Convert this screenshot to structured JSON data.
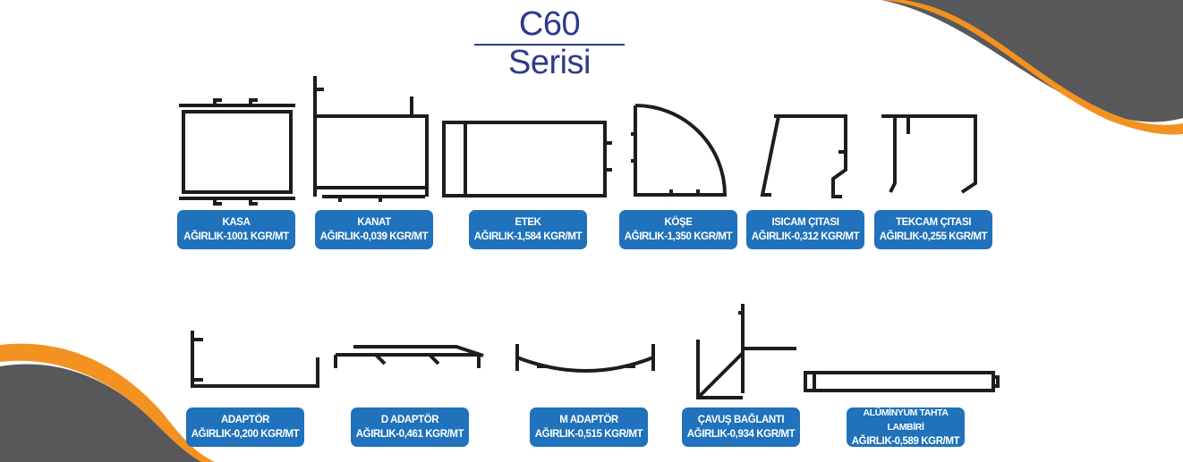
{
  "title": "C60 Serisi",
  "colors": {
    "title": "#2d3a8c",
    "label_bg": "#1f72bb",
    "accent_orange": "#f39221",
    "decor_grey": "#58585a"
  },
  "products": [
    {
      "name": "KASA",
      "weight": "AĞIRLIK-1001 KGR/MT"
    },
    {
      "name": "KANAT",
      "weight": "AĞIRLIK-0,039 KGR/MT"
    },
    {
      "name": "ETEK",
      "weight": "AĞIRLIK-1,584 KGR/MT"
    },
    {
      "name": "KÖŞE",
      "weight": "AĞIRLIK-1,350 KGR/MT"
    },
    {
      "name": "ISICAM ÇITASI",
      "weight": "AĞIRLIK-0,312 KGR/MT"
    },
    {
      "name": "TEKCAM ÇITASI",
      "weight": "AĞIRLIK-0,255 KGR/MT"
    },
    {
      "name": "ADAPTÖR",
      "weight": "AĞIRLIK-0,200 KGR/MT"
    },
    {
      "name": "D ADAPTÖR",
      "weight": "AĞIRLIK-0,461 KGR/MT"
    },
    {
      "name": "M ADAPTÖR",
      "weight": "AĞIRLIK-0,515 KGR/MT"
    },
    {
      "name": "ÇAVUŞ BAĞLANTI",
      "weight": "AĞIRLIK-0,934 KGR/MT"
    },
    {
      "name": "ALÜMİNYUM TAHTA LAMBİRİ",
      "weight": "AĞIRLIK-0,589 KGR/MT"
    }
  ]
}
